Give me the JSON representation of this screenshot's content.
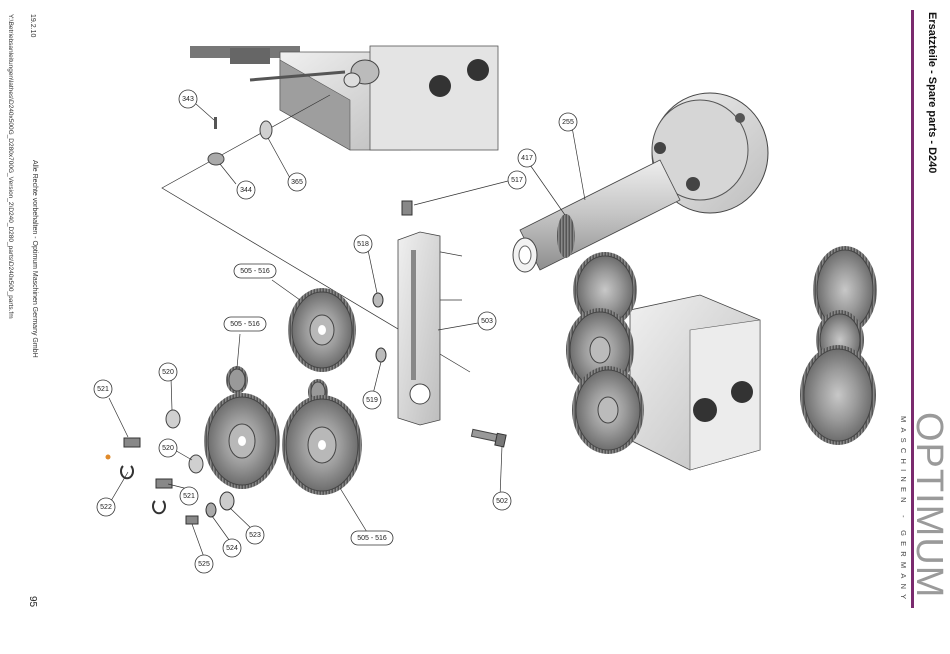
{
  "header": {
    "date": "19.2.10",
    "title": "Ersatzteile - Spare parts - D240",
    "accent_color": "#7a2a6e"
  },
  "footer": {
    "rights": "Alle Rechte vorbehalten - Optimum Maschinen Germany GmbH",
    "file_path": "Y:\\Betriebsanleitungen\\lathes\\D240x500G_D280x700G_Version_2\\D240_D280_parts\\D240x500_parts.fm",
    "page_number": "95"
  },
  "logo": {
    "name": "OPTIMUM",
    "tagline": "MASCHINEN - GERMANY"
  },
  "callouts": [
    {
      "label": "343"
    },
    {
      "label": "344"
    },
    {
      "label": "365"
    },
    {
      "label": "517"
    },
    {
      "label": "518"
    },
    {
      "label": "505 - 516"
    },
    {
      "label": "505 - 516"
    },
    {
      "label": "503"
    },
    {
      "label": "519"
    },
    {
      "label": "520"
    },
    {
      "label": "521"
    },
    {
      "label": "520"
    },
    {
      "label": "521"
    },
    {
      "label": "522"
    },
    {
      "label": "523"
    },
    {
      "label": "524"
    },
    {
      "label": "525"
    },
    {
      "label": "505 - 516"
    },
    {
      "label": "502"
    },
    {
      "label": "255"
    },
    {
      "label": "417"
    }
  ]
}
